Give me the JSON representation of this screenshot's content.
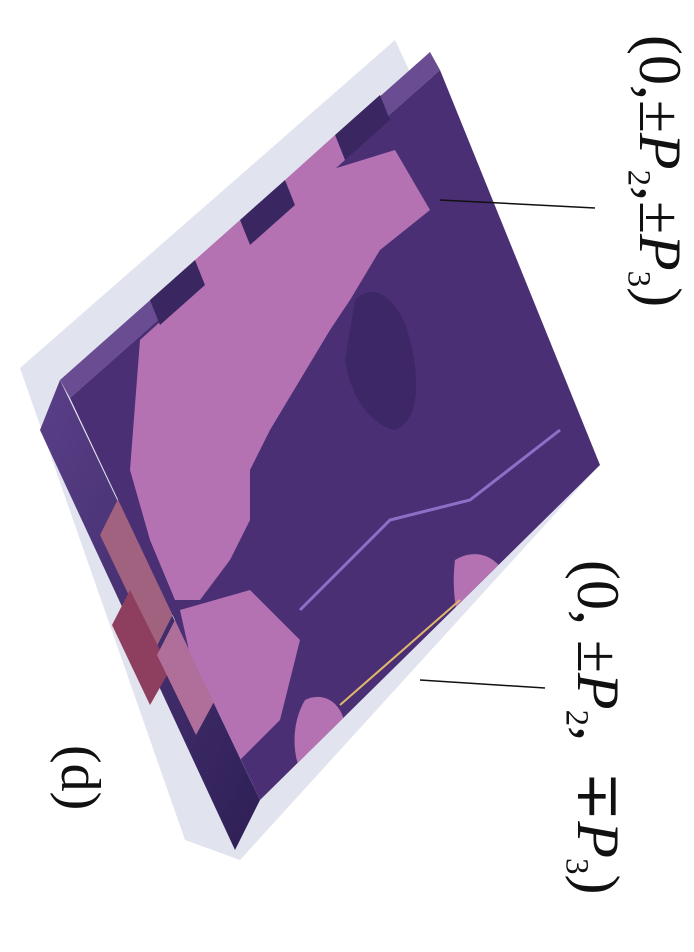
{
  "panel_label": "(d)",
  "annotations": [
    {
      "open": "(0,",
      "sign_a": "±",
      "var_a": "P",
      "sub_a": "2",
      "sep": ",",
      "sign_b": "±",
      "var_b": "P",
      "sub_b": "3",
      "close": ")"
    },
    {
      "open": "(0,",
      "sign_a": "±",
      "var_a": "P",
      "sub_a": "2",
      "sep": ",",
      "sign_b": "∓",
      "var_b": "P",
      "sub_b": "3",
      "close": ")"
    }
  ],
  "colors": {
    "domain_dark": "#4a2f75",
    "domain_light": "#b472b2",
    "domain_red": "#8a3b63",
    "side_face": "#3a2761",
    "shadow": "#c9cde0"
  }
}
